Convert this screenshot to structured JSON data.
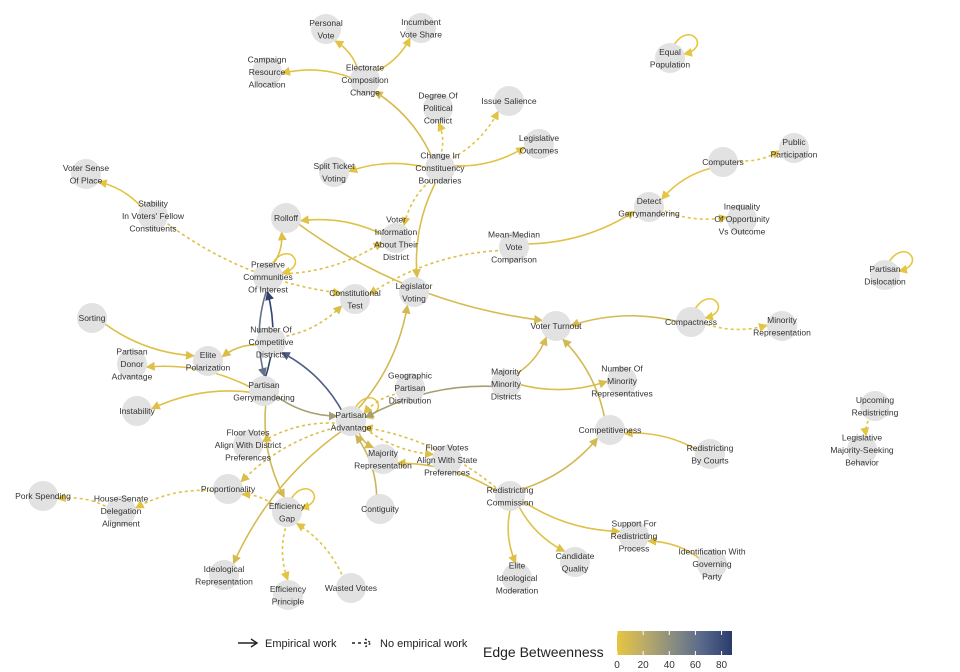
{
  "legend": {
    "empirical_label": "Empirical work",
    "no_empirical_label": "No empirical work",
    "colorbar_title": "Edge Betweenness",
    "colorbar_ticks": [
      "0",
      "20",
      "40",
      "60",
      "80"
    ],
    "colorbar_min": 0,
    "colorbar_max": 88,
    "colorbar_colors": [
      "#e6c541",
      "#b9aa6a",
      "#868b82",
      "#57678a",
      "#2a3c6b"
    ]
  },
  "nodes": [
    {
      "id": "personal_vote",
      "lines": [
        "Personal",
        "Vote"
      ]
    },
    {
      "id": "incumbent_vote_share",
      "lines": [
        "Incumbent",
        "Vote Share"
      ]
    },
    {
      "id": "campaign_resource",
      "lines": [
        "Campaign",
        "Resource",
        "Allocation"
      ]
    },
    {
      "id": "electorate_composition",
      "lines": [
        "Electorate",
        "Composition",
        "Change"
      ]
    },
    {
      "id": "degree_conflict",
      "lines": [
        "Degree Of",
        "Political",
        "Conflict"
      ]
    },
    {
      "id": "issue_salience",
      "lines": [
        "Issue Salience"
      ]
    },
    {
      "id": "legislative_outcomes",
      "lines": [
        "Legislative",
        "Outcomes"
      ]
    },
    {
      "id": "equal_population",
      "lines": [
        "Equal",
        "Population"
      ]
    },
    {
      "id": "change_constituency",
      "lines": [
        "Change In",
        "Constituency",
        "Boundaries"
      ]
    },
    {
      "id": "public_participation",
      "lines": [
        "Public",
        "Participation"
      ]
    },
    {
      "id": "computers",
      "lines": [
        "Computers"
      ]
    },
    {
      "id": "voter_sense_place",
      "lines": [
        "Voter Sense",
        "Of Place"
      ]
    },
    {
      "id": "split_ticket",
      "lines": [
        "Split Ticket",
        "Voting"
      ]
    },
    {
      "id": "stability_fellow",
      "lines": [
        "Stability",
        "In Voters' Fellow",
        "Constituents"
      ]
    },
    {
      "id": "detect_gerrymandering",
      "lines": [
        "Detect",
        "Gerrymandering"
      ]
    },
    {
      "id": "inequality_opportunity",
      "lines": [
        "Inequality",
        "Of Opportunity",
        "Vs Outcome"
      ]
    },
    {
      "id": "rolloff",
      "lines": [
        "Rolloff"
      ]
    },
    {
      "id": "voter_information",
      "lines": [
        "Voter",
        "Information",
        "About Their",
        "District"
      ]
    },
    {
      "id": "mean_median",
      "lines": [
        "Mean-Median",
        "Vote",
        "Comparison"
      ]
    },
    {
      "id": "partisan_dislocation",
      "lines": [
        "Partisan",
        "Dislocation"
      ]
    },
    {
      "id": "preserve_communities",
      "lines": [
        "Preserve",
        "Communities",
        "Of Interest"
      ]
    },
    {
      "id": "constitutional_test",
      "lines": [
        "Constitutional",
        "Test"
      ]
    },
    {
      "id": "legislator_voting",
      "lines": [
        "Legislator",
        "Voting"
      ]
    },
    {
      "id": "sorting",
      "lines": [
        "Sorting"
      ]
    },
    {
      "id": "voter_turnout",
      "lines": [
        "Voter Turnout"
      ]
    },
    {
      "id": "compactness",
      "lines": [
        "Compactness"
      ]
    },
    {
      "id": "minority_representation",
      "lines": [
        "Minority",
        "Representation"
      ]
    },
    {
      "id": "competitive_districts",
      "lines": [
        "Number Of",
        "Competitive",
        "Districts"
      ]
    },
    {
      "id": "partisan_donor",
      "lines": [
        "Partisan",
        "Donor",
        "Advantage"
      ]
    },
    {
      "id": "elite_polarization",
      "lines": [
        "Elite",
        "Polarization"
      ]
    },
    {
      "id": "majority_minority",
      "lines": [
        "Majority",
        "Minority",
        "Districts"
      ]
    },
    {
      "id": "number_minority_reps",
      "lines": [
        "Number Of",
        "Minority",
        "Representatives"
      ]
    },
    {
      "id": "partisan_gerrymandering",
      "lines": [
        "Partisan",
        "Gerrymandering"
      ]
    },
    {
      "id": "geographic_partisan",
      "lines": [
        "Geographic",
        "Partisan",
        "Distribution"
      ]
    },
    {
      "id": "instability",
      "lines": [
        "Instability"
      ]
    },
    {
      "id": "partisan_advantage",
      "lines": [
        "Partisan",
        "Advantage"
      ]
    },
    {
      "id": "upcoming_redistricting",
      "lines": [
        "Upcoming",
        "Redistricting"
      ]
    },
    {
      "id": "competitiveness",
      "lines": [
        "Competitiveness"
      ]
    },
    {
      "id": "floor_votes_district",
      "lines": [
        "Floor Votes",
        "Align With District",
        "Preferences"
      ]
    },
    {
      "id": "majority_representation",
      "lines": [
        "Majority",
        "Representation"
      ]
    },
    {
      "id": "floor_votes_state",
      "lines": [
        "Floor Votes",
        "Align With State",
        "Preferences"
      ]
    },
    {
      "id": "legislative_majority_seeking",
      "lines": [
        "Legislative",
        "Majority-Seeking",
        "Behavior"
      ]
    },
    {
      "id": "redistricting_courts",
      "lines": [
        "Redistricting",
        "By Courts"
      ]
    },
    {
      "id": "proportionality",
      "lines": [
        "Proportionality"
      ]
    },
    {
      "id": "redistricting_commission",
      "lines": [
        "Redistricting",
        "Commission"
      ]
    },
    {
      "id": "pork_spending",
      "lines": [
        "Pork Spending"
      ]
    },
    {
      "id": "house_senate",
      "lines": [
        "House-Senate",
        "Delegation",
        "Alignment"
      ]
    },
    {
      "id": "efficiency_gap",
      "lines": [
        "Efficiency",
        "Gap"
      ]
    },
    {
      "id": "contiguity",
      "lines": [
        "Contiguity"
      ]
    },
    {
      "id": "support_redistricting",
      "lines": [
        "Support For",
        "Redistricting",
        "Process"
      ]
    },
    {
      "id": "identification_governing",
      "lines": [
        "Identification With",
        "Governing",
        "Party"
      ]
    },
    {
      "id": "candidate_quality",
      "lines": [
        "Candidate",
        "Quality"
      ]
    },
    {
      "id": "elite_ideological",
      "lines": [
        "Elite",
        "Ideological",
        "Moderation"
      ]
    },
    {
      "id": "ideological_representation",
      "lines": [
        "Ideological",
        "Representation"
      ]
    },
    {
      "id": "efficiency_principle",
      "lines": [
        "Efficiency",
        "Principle"
      ]
    },
    {
      "id": "wasted_votes",
      "lines": [
        "Wasted Votes"
      ]
    }
  ],
  "edges": [
    {
      "from": "electorate_composition",
      "to": "personal_vote",
      "empirical": true,
      "betweenness": 2
    },
    {
      "from": "electorate_composition",
      "to": "incumbent_vote_share",
      "empirical": true,
      "betweenness": 2
    },
    {
      "from": "electorate_composition",
      "to": "campaign_resource",
      "empirical": true,
      "betweenness": 2
    },
    {
      "from": "change_constituency",
      "to": "electorate_composition",
      "empirical": true,
      "betweenness": 8
    },
    {
      "from": "change_constituency",
      "to": "degree_conflict",
      "empirical": false,
      "betweenness": 2
    },
    {
      "from": "change_constituency",
      "to": "issue_salience",
      "empirical": false,
      "betweenness": 2
    },
    {
      "from": "change_constituency",
      "to": "legislative_outcomes",
      "empirical": true,
      "betweenness": 2
    },
    {
      "from": "change_constituency",
      "to": "split_ticket",
      "empirical": true,
      "betweenness": 2
    },
    {
      "from": "change_constituency",
      "to": "voter_information",
      "empirical": false,
      "betweenness": 4
    },
    {
      "from": "change_constituency",
      "to": "legislator_voting",
      "empirical": true,
      "betweenness": 6
    },
    {
      "from": "equal_population",
      "to": "equal_population",
      "empirical": true,
      "betweenness": 0
    },
    {
      "from": "computers",
      "to": "public_participation",
      "empirical": false,
      "betweenness": 1
    },
    {
      "from": "computers",
      "to": "detect_gerrymandering",
      "empirical": true,
      "betweenness": 1
    },
    {
      "from": "detect_gerrymandering",
      "to": "inequality_opportunity",
      "empirical": false,
      "betweenness": 1
    },
    {
      "from": "mean_median",
      "to": "detect_gerrymandering",
      "empirical": true,
      "betweenness": 3
    },
    {
      "from": "stability_fellow",
      "to": "voter_sense_place",
      "empirical": true,
      "betweenness": 1
    },
    {
      "from": "stability_fellow",
      "to": "constitutional_test",
      "empirical": false,
      "betweenness": 4
    },
    {
      "from": "voter_information",
      "to": "rolloff",
      "empirical": true,
      "betweenness": 3
    },
    {
      "from": "rolloff",
      "to": "voter_turnout",
      "empirical": true,
      "betweenness": 8
    },
    {
      "from": "partisan_dislocation",
      "to": "partisan_dislocation",
      "empirical": true,
      "betweenness": 0
    },
    {
      "from": "preserve_communities",
      "to": "preserve_communities",
      "empirical": true,
      "betweenness": 0
    },
    {
      "from": "preserve_communities",
      "to": "rolloff",
      "empirical": true,
      "betweenness": 4
    },
    {
      "from": "preserve_communities",
      "to": "voter_information",
      "empirical": false,
      "betweenness": 4
    },
    {
      "from": "preserve_communities",
      "to": "partisan_gerrymandering",
      "empirical": true,
      "betweenness": 60
    },
    {
      "from": "mean_median",
      "to": "constitutional_test",
      "empirical": false,
      "betweenness": 4
    },
    {
      "from": "partisan_gerrymandering",
      "to": "preserve_communities",
      "empirical": true,
      "betweenness": 85
    },
    {
      "from": "sorting",
      "to": "elite_polarization",
      "empirical": true,
      "betweenness": 4
    },
    {
      "from": "compactness",
      "to": "compactness",
      "empirical": true,
      "betweenness": 0
    },
    {
      "from": "compactness",
      "to": "voter_turnout",
      "empirical": true,
      "betweenness": 8
    },
    {
      "from": "compactness",
      "to": "minority_representation",
      "empirical": false,
      "betweenness": 1
    },
    {
      "from": "partisan_gerrymandering",
      "to": "partisan_donor",
      "empirical": true,
      "betweenness": 4
    },
    {
      "from": "competitive_districts",
      "to": "elite_polarization",
      "empirical": true,
      "betweenness": 6
    },
    {
      "from": "partisan_gerrymandering",
      "to": "instability",
      "empirical": true,
      "betweenness": 4
    },
    {
      "from": "partisan_advantage",
      "to": "partisan_advantage",
      "empirical": true,
      "betweenness": 0
    },
    {
      "from": "partisan_advantage",
      "to": "competitive_districts",
      "empirical": true,
      "betweenness": 70
    },
    {
      "from": "partisan_gerrymandering",
      "to": "partisan_advantage",
      "empirical": true,
      "betweenness": 30
    },
    {
      "from": "majority_minority",
      "to": "partisan_advantage",
      "empirical": true,
      "betweenness": 30
    },
    {
      "from": "majority_minority",
      "to": "voter_turnout",
      "empirical": true,
      "betweenness": 8
    },
    {
      "from": "majority_minority",
      "to": "number_minority_reps",
      "empirical": true,
      "betweenness": 6
    },
    {
      "from": "geographic_partisan",
      "to": "partisan_advantage",
      "empirical": false,
      "betweenness": 4
    },
    {
      "from": "competitive_districts",
      "to": "constitutional_test",
      "empirical": false,
      "betweenness": 6
    },
    {
      "from": "partisan_advantage",
      "to": "legislator_voting",
      "empirical": true,
      "betweenness": 10
    },
    {
      "from": "partisan_advantage",
      "to": "floor_votes_district",
      "empirical": false,
      "betweenness": 4
    },
    {
      "from": "partisan_advantage",
      "to": "floor_votes_state",
      "empirical": false,
      "betweenness": 4
    },
    {
      "from": "partisan_advantage",
      "to": "majority_representation",
      "empirical": true,
      "betweenness": 8
    },
    {
      "from": "partisan_advantage",
      "to": "proportionality",
      "empirical": false,
      "betweenness": 6
    },
    {
      "from": "partisan_advantage",
      "to": "ideological_representation",
      "empirical": true,
      "betweenness": 8
    },
    {
      "from": "partisan_gerrymandering",
      "to": "efficiency_gap",
      "empirical": true,
      "betweenness": 10
    },
    {
      "from": "contiguity",
      "to": "partisan_advantage",
      "empirical": true,
      "betweenness": 14
    },
    {
      "from": "competitiveness",
      "to": "voter_turnout",
      "empirical": true,
      "betweenness": 10
    },
    {
      "from": "redistricting_courts",
      "to": "competitiveness",
      "empirical": true,
      "betweenness": 4
    },
    {
      "from": "redistricting_commission",
      "to": "competitiveness",
      "empirical": true,
      "betweenness": 10
    },
    {
      "from": "redistricting_commission",
      "to": "majority_representation",
      "empirical": true,
      "betweenness": 6
    },
    {
      "from": "redistricting_commission",
      "to": "partisan_advantage",
      "empirical": false,
      "betweenness": 4
    },
    {
      "from": "redistricting_commission",
      "to": "elite_ideological",
      "empirical": true,
      "betweenness": 3
    },
    {
      "from": "redistricting_commission",
      "to": "candidate_quality",
      "empirical": true,
      "betweenness": 3
    },
    {
      "from": "redistricting_commission",
      "to": "support_redistricting",
      "empirical": true,
      "betweenness": 4
    },
    {
      "from": "identification_governing",
      "to": "support_redistricting",
      "empirical": true,
      "betweenness": 3
    },
    {
      "from": "upcoming_redistricting",
      "to": "legislative_majority_seeking",
      "empirical": false,
      "betweenness": 1
    },
    {
      "from": "efficiency_gap",
      "to": "efficiency_gap",
      "empirical": true,
      "betweenness": 0
    },
    {
      "from": "efficiency_gap",
      "to": "proportionality",
      "empirical": false,
      "betweenness": 3
    },
    {
      "from": "efficiency_gap",
      "to": "efficiency_principle",
      "empirical": false,
      "betweenness": 2
    },
    {
      "from": "wasted_votes",
      "to": "efficiency_gap",
      "empirical": false,
      "betweenness": 2
    },
    {
      "from": "house_senate",
      "to": "pork_spending",
      "empirical": false,
      "betweenness": 1
    },
    {
      "from": "proportionality",
      "to": "house_senate",
      "empirical": false,
      "betweenness": 2
    }
  ]
}
